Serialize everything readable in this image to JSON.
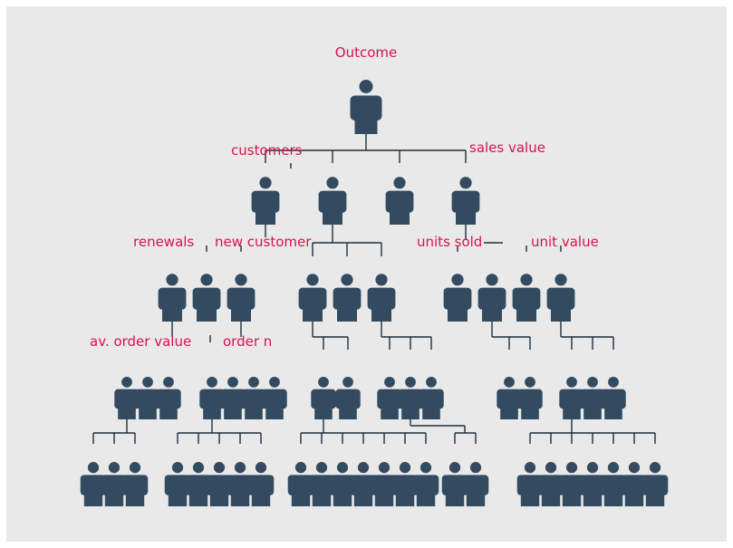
{
  "colors": {
    "background": "#e9e9e9",
    "figure": "#334b60",
    "connector": "#1f2f3f",
    "label": "#d8134a"
  },
  "icon": "person-icon",
  "labels": {
    "outcome": "Outcome",
    "customers": "customers",
    "sales_value": "sales value",
    "renewals": "renewals",
    "new_customer": "new customer",
    "units_sold": "units sold",
    "unit_value": "unit value",
    "av_order_value": "av. order value",
    "order_n": "order n"
  }
}
